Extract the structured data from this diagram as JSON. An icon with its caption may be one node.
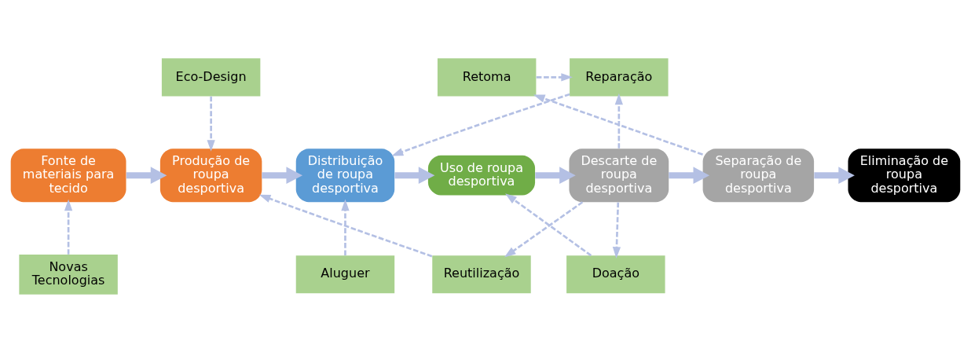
{
  "diagram": {
    "nodes": [
      {
        "text": [
          "Eco-Design"
        ]
      },
      {
        "text": [
          "Reparação"
        ]
      },
      {
        "text": [
          "Retoma"
        ]
      },
      {
        "text": [
          "Fonte de materiais para tecido"
        ]
      },
      {
        "text": [
          "Produção de roupa desportiva"
        ]
      },
      {
        "text": [
          "Distribuição de roupa desportiva"
        ]
      },
      {
        "text": [
          "Uso de roupa desportiva"
        ]
      },
      {
        "text": [
          "Descarte de roupa desportiva"
        ]
      },
      {
        "text": [
          "Separação de roupa desportiva"
        ]
      },
      {
        "text": [
          "Eliminação de roupa desportiva"
        ]
      },
      {
        "text": [
          "Novas Tecnologias"
        ]
      },
      {
        "text": [
          "Aluguer"
        ]
      },
      {
        "text": [
          "Doação"
        ]
      },
      {
        "text": [
          "Reutilização"
        ]
      }
    ],
    "edges": [
      {
        "from": 3,
        "to": 4,
        "arrow": "to",
        "style": "thick"
      },
      {
        "from": 4,
        "to": 5,
        "arrow": "to",
        "style": "thick"
      },
      {
        "from": 5,
        "to": 6,
        "arrow": "to",
        "style": "thick"
      },
      {
        "from": 6,
        "to": 7,
        "arrow": "to",
        "style": "thick"
      },
      {
        "from": 7,
        "to": 8,
        "arrow": "to",
        "style": "thick"
      },
      {
        "from": 8,
        "to": 9,
        "arrow": "to",
        "style": "thick"
      },
      {
        "from": 0,
        "to": 4,
        "arrow": "to",
        "style": "dashed"
      },
      {
        "from": 2,
        "to": 1,
        "arrow": "to",
        "style": "dashed"
      },
      {
        "from": 1,
        "to": 5,
        "arrow": "to",
        "style": "dashed"
      },
      {
        "from": 7,
        "to": 1,
        "arrow": "to",
        "style": "dashed"
      },
      {
        "from": 8,
        "to": 2,
        "arrow": "to",
        "style": "dashed"
      },
      {
        "from": 10,
        "to": 3,
        "arrow": "to",
        "style": "dashed"
      },
      {
        "from": 11,
        "to": 5,
        "arrow": "to",
        "style": "dashed"
      },
      {
        "from": 12,
        "to": 6,
        "arrow": "to",
        "style": "dashed"
      },
      {
        "from": 7,
        "to": 12,
        "arrow": "to",
        "style": "dashed"
      },
      {
        "from": 7,
        "to": 13,
        "arrow": "to",
        "style": "dashed"
      },
      {
        "from": 13,
        "to": 4,
        "arrow": "to",
        "style": "dashed"
      }
    ]
  }
}
